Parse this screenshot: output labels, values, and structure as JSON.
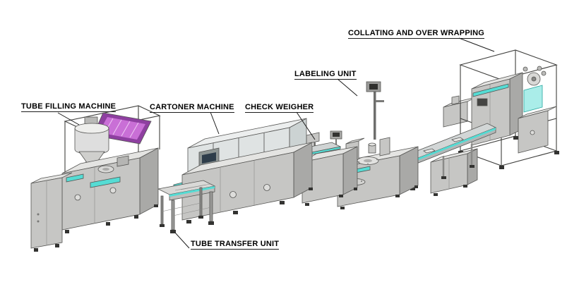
{
  "diagram": {
    "description": "Isometric technical illustration of a tube filling and packaging production line",
    "labels": {
      "tube_filling": "TUBE FILLING MACHINE",
      "cartoner": "CARTONER MACHINE",
      "check_weigher": "CHECK WEIGHER",
      "labeling": "LABELING UNIT",
      "collating": "COLLATING AND OVER WRAPPING",
      "tube_transfer": "TUBE TRANSFER UNIT"
    },
    "colors": {
      "accent_cyan": "#55dcd4",
      "accent_magenta": "#c96fd6",
      "accent_magenta_dark": "#8e3fa0",
      "machine_light": "#e4e4e2",
      "machine_mid": "#c6c6c4",
      "machine_dark": "#a9a9a7",
      "outline": "#4a4a4a",
      "label_color": "#000000"
    }
  }
}
